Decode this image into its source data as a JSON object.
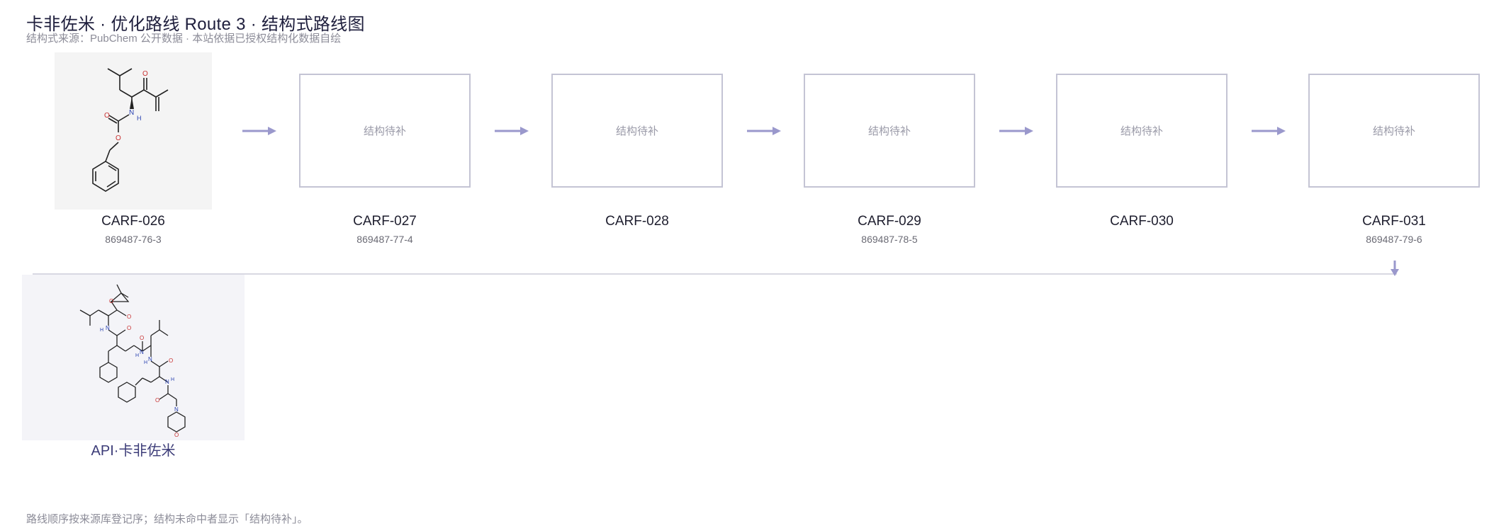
{
  "header": {
    "title": "卡非佐米 · 优化路线 Route 3 · 结构式路线图",
    "subtitle": "结构式来源：PubChem 公开数据 · 本站依据已授权结构化数据自绘"
  },
  "steps": [
    {
      "code": "CARF-026",
      "cas": "869487-76-3",
      "has_structure": true,
      "placeholder": ""
    },
    {
      "code": "CARF-027",
      "cas": "869487-77-4",
      "has_structure": false,
      "placeholder": "结构待补"
    },
    {
      "code": "CARF-028",
      "cas": "",
      "has_structure": false,
      "placeholder": "结构待补"
    },
    {
      "code": "CARF-029",
      "cas": "869487-78-5",
      "has_structure": false,
      "placeholder": "结构待补"
    },
    {
      "code": "CARF-030",
      "cas": "",
      "has_structure": false,
      "placeholder": "结构待补"
    },
    {
      "code": "CARF-031",
      "cas": "869487-79-6",
      "has_structure": false,
      "placeholder": "结构待补"
    }
  ],
  "api": {
    "label": "API·卡非佐米"
  },
  "footnote": "路线顺序按来源库登记序；结构未命中者显示「结构待补」。",
  "colors": {
    "arrow": "#9a98cc",
    "box_border": "#c4c4d4",
    "accent": "#3c3c78"
  }
}
